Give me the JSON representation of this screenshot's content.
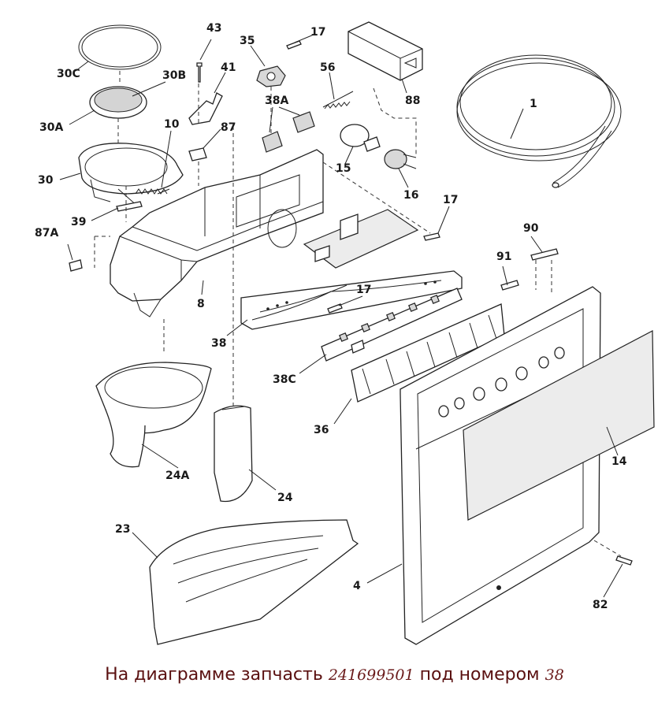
{
  "labels": {
    "l30c": "30C",
    "l30b": "30B",
    "l30a": "30A",
    "l30": "30",
    "l10": "10",
    "l39": "39",
    "l87a": "87A",
    "l43": "43",
    "l41": "41",
    "l87": "87",
    "l35": "35",
    "l17a": "17",
    "l38a": "38A",
    "l56": "56",
    "l88": "88",
    "l1": "1",
    "l15": "15",
    "l16": "16",
    "l17b": "17",
    "l8": "8",
    "l90": "90",
    "l91": "91",
    "l17c": "17",
    "l38": "38",
    "l38c": "38C",
    "l36": "36",
    "l24a": "24A",
    "l24": "24",
    "l14": "14",
    "l23": "23",
    "l4": "4",
    "l82": "82"
  },
  "caption": {
    "prefix": "На диаграмме запчасть",
    "part_number": "241699501",
    "middle": "под номером",
    "item_number": "38"
  }
}
